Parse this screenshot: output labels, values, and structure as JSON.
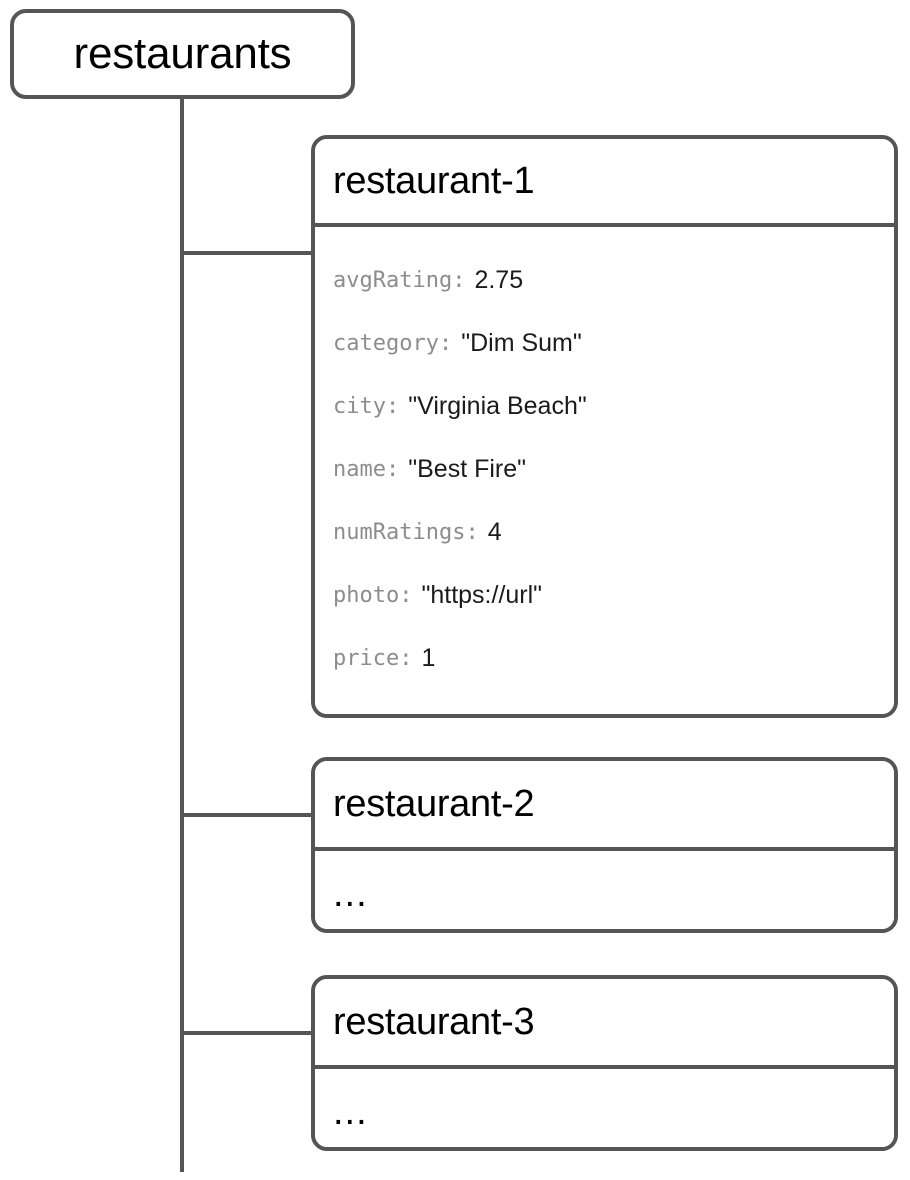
{
  "diagram": {
    "type": "tree",
    "title": "restaurants collection document tree",
    "colors": {
      "stroke": "#555555",
      "card_background": "#ffffff",
      "title_text": "#000000",
      "field_key_text": "#8d8d8d",
      "field_value_text": "#1b1b1b",
      "page_background": "#ffffff"
    }
  },
  "root": {
    "label": "restaurants",
    "kind": "collection"
  },
  "documents": [
    {
      "id": "doc-1",
      "title": "restaurant-1",
      "expanded": true,
      "fields": [
        {
          "key": "avgRating:",
          "value": "2.75"
        },
        {
          "key": "category:",
          "value": "\"Dim Sum\""
        },
        {
          "key": "city:",
          "value": "\"Virginia Beach\""
        },
        {
          "key": "name:",
          "value": "\"Best Fire\""
        },
        {
          "key": "numRatings:",
          "value": "4"
        },
        {
          "key": "photo:",
          "value": "\"https://url\""
        },
        {
          "key": "price:",
          "value": "1"
        }
      ]
    },
    {
      "id": "doc-2",
      "title": "restaurant-2",
      "expanded": false,
      "placeholder": "...",
      "fields": []
    },
    {
      "id": "doc-3",
      "title": "restaurant-3",
      "expanded": false,
      "placeholder": "...",
      "fields": []
    }
  ]
}
